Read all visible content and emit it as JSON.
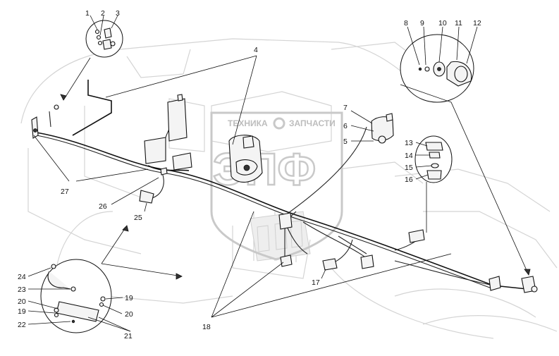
{
  "watermark": {
    "left_text": "ТЕХНИКА",
    "right_text": "ЗАПЧАСТИ",
    "logo_letters": "ЭПФ"
  },
  "labels": {
    "l1": "1",
    "l2": "2",
    "l3": "3",
    "l4": "4",
    "l5": "5",
    "l6": "6",
    "l7": "7",
    "l8": "8",
    "l9": "9",
    "l10": "10",
    "l11": "11",
    "l12": "12",
    "l13": "13",
    "l14": "14",
    "l15": "15",
    "l16": "16",
    "l17": "17",
    "l18": "18",
    "l19a": "19",
    "l19b": "19",
    "l20a": "20",
    "l20b": "20",
    "l21": "21",
    "l22": "22",
    "l23": "23",
    "l24": "24",
    "l25": "25",
    "l26": "26",
    "l27": "27"
  }
}
